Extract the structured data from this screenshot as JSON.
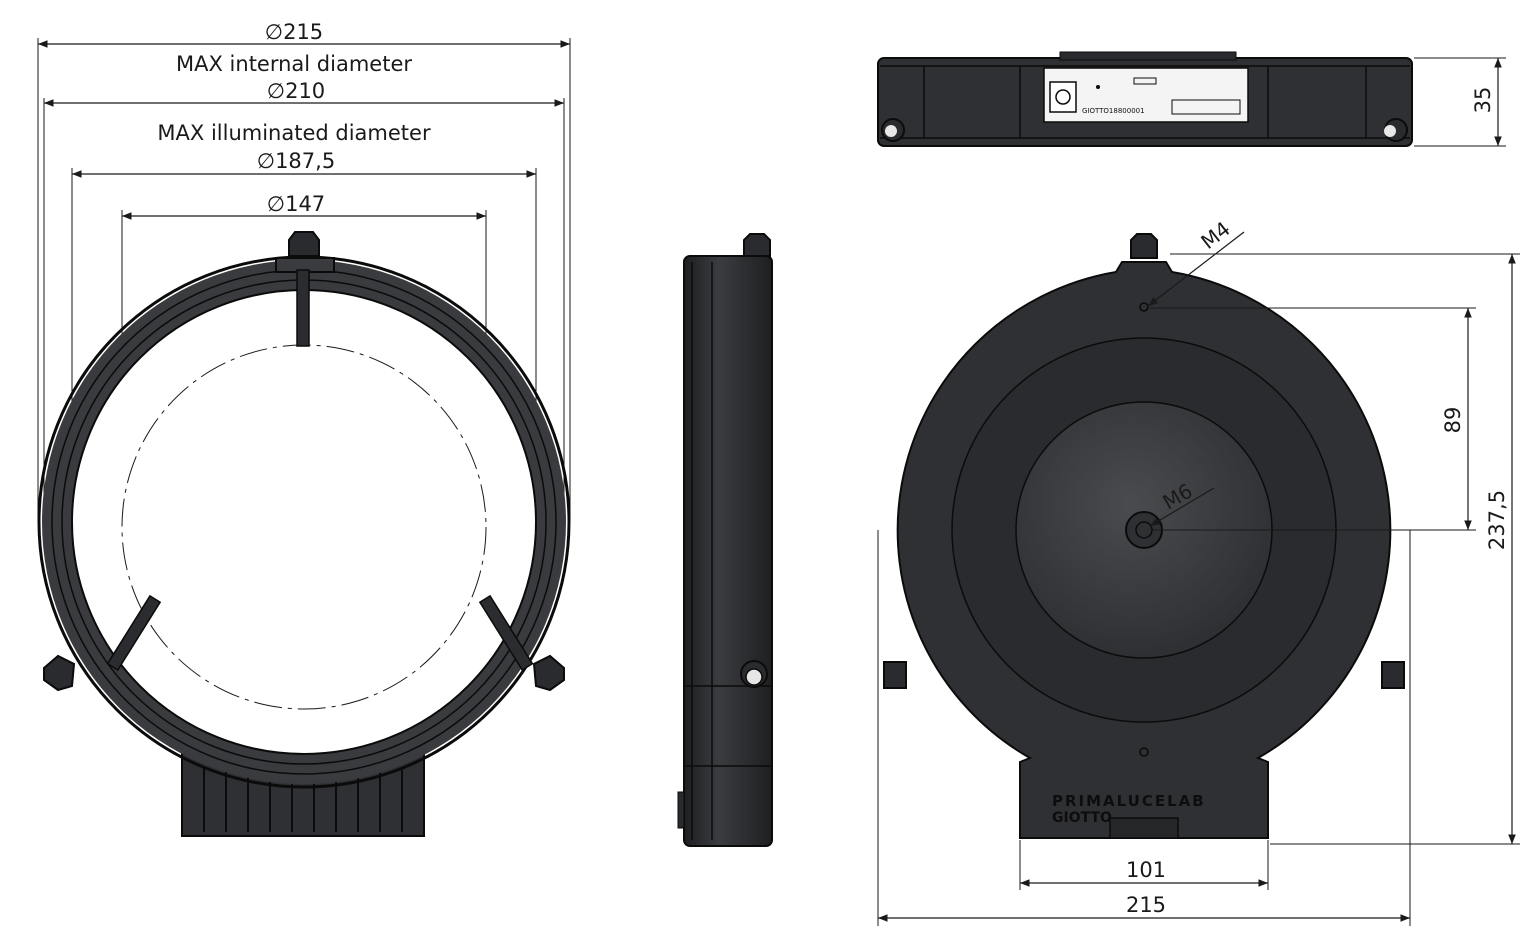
{
  "colors": {
    "body": "#2f3033",
    "edge": "#0b0b0b",
    "line": "#1a1a1a",
    "background": "#ffffff"
  },
  "front_view": {
    "dia_215": "∅215",
    "label_max_internal": "MAX internal diameter",
    "dia_210": "∅210",
    "label_max_illuminated": "MAX illuminated diameter",
    "dia_187": "∅187,5",
    "dia_147": "∅147"
  },
  "top_view": {
    "height_35": "35",
    "serial_text": "GIOTTO18800001"
  },
  "back_view": {
    "thread_m4": "M4",
    "thread_m6": "M6",
    "dim_89": "89",
    "dim_237": "237,5",
    "dim_101": "101",
    "dim_215": "215",
    "brand_line1": "PRIMALUCELAB",
    "brand_line2": "GIOTTO"
  }
}
